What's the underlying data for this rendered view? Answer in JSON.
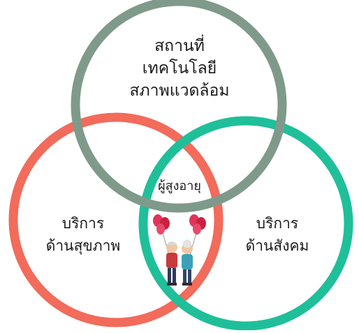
{
  "circles": {
    "top": {
      "label_lines": [
        "สถานที่",
        "เทคโนโลยี",
        "สภาพแวดล้อม"
      ],
      "color": "#7f9a8a"
    },
    "left": {
      "label_lines": [
        "บริการ",
        "ด้านสุขภาพ"
      ],
      "color": "#f26b5b"
    },
    "right": {
      "label_lines": [
        "บริการ",
        "ด้านสังคม"
      ],
      "color": "#1fbf9a"
    }
  },
  "center": {
    "label": "ผู้สูงอายุ",
    "icon": "elderly-couple-with-balloons"
  }
}
